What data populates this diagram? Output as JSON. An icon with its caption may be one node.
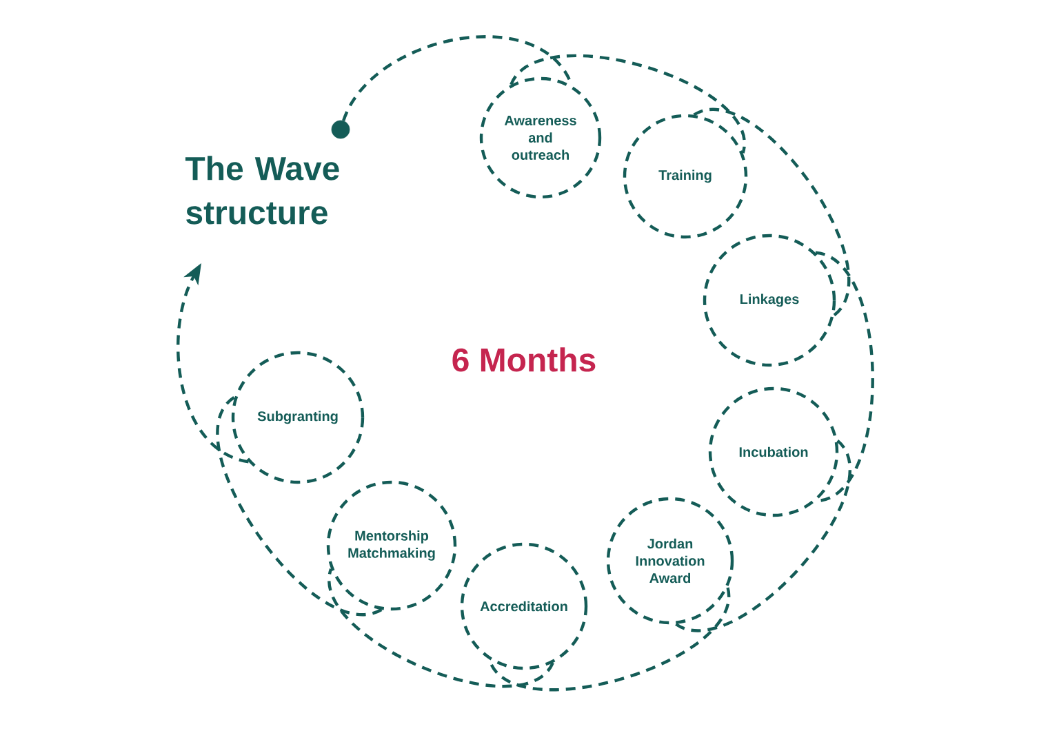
{
  "diagram": {
    "title": "The Wave structure",
    "nodes": [
      {
        "text": [],
        "shape": "circle"
      },
      {
        "text": [
          "Awareness and outreach"
        ]
      },
      {
        "text": [
          "Training"
        ]
      },
      {
        "text": [
          "Linkages"
        ]
      },
      {
        "text": [
          "Incubation"
        ]
      },
      {
        "text": [
          "Jordan Innovation Award"
        ]
      },
      {
        "text": [
          "Accreditation"
        ]
      },
      {
        "text": [
          "Mentorship Matchmaking"
        ]
      },
      {
        "text": [
          "Subgranting"
        ]
      }
    ],
    "edges": [
      {
        "from": 0,
        "to": 1,
        "arrow": "none",
        "style": "dashed"
      },
      {
        "from": 1,
        "to": 2,
        "arrow": "none",
        "style": "dashed"
      },
      {
        "from": 2,
        "to": 3,
        "arrow": "none",
        "style": "dashed"
      },
      {
        "from": 3,
        "to": 4,
        "arrow": "none",
        "style": "dashed"
      },
      {
        "from": 4,
        "to": 5,
        "arrow": "none",
        "style": "dashed"
      },
      {
        "from": 5,
        "to": 6,
        "arrow": "none",
        "style": "dashed"
      },
      {
        "from": 6,
        "to": 7,
        "arrow": "none",
        "style": "dashed"
      },
      {
        "from": 7,
        "to": 8,
        "arrow": "none",
        "style": "dashed"
      },
      {
        "from": 8,
        "to": null,
        "arrow": "to",
        "style": "dashed"
      }
    ],
    "labels": [
      "6 Months"
    ]
  }
}
